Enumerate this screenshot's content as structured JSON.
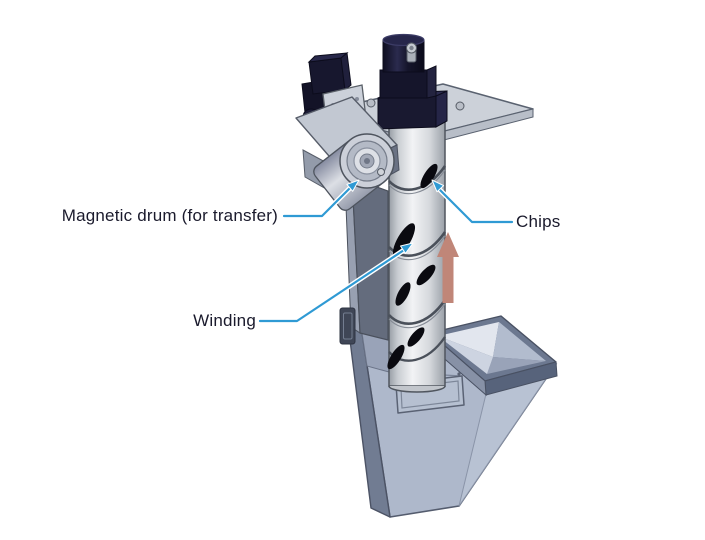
{
  "figure": {
    "background": "#ffffff",
    "labels": {
      "magnetic_drum": "Magnetic drum (for transfer)",
      "winding": "Winding",
      "chips": "Chips"
    },
    "annotations": {
      "flow_arrow_direction": "up",
      "leader_style": "elbow-line-with-arrowhead"
    },
    "colors": {
      "leader_line": "#2f9ad4",
      "label_text": "#1a1a2c",
      "flow_arrow": "#c08678",
      "chips_black": "#0a0a10",
      "motor_navy": "#18182f",
      "machine_light_gray": "#d6dae0",
      "hopper_blue_gray": "#aeb8cb"
    },
    "parts": [
      "drive-motor",
      "gear-motor",
      "mounting-plate",
      "magnetic-drum",
      "spiral-tube",
      "winding",
      "chips",
      "support-column",
      "inlet-funnel",
      "chute-body",
      "access-panel"
    ]
  }
}
